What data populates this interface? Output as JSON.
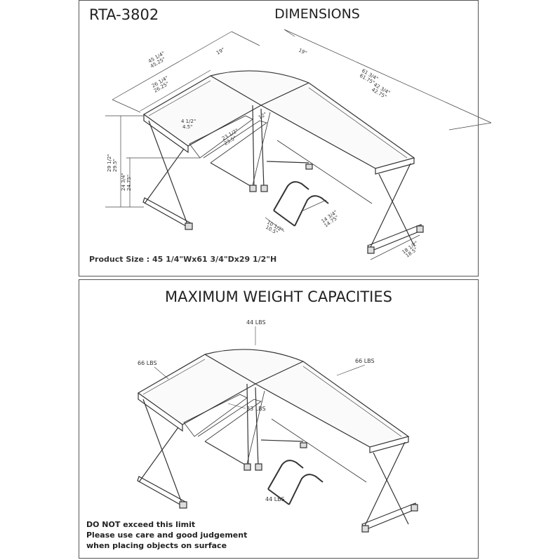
{
  "dimensions_panel": {
    "model": "RTA-3802",
    "title": "DIMENSIONS",
    "product_size": "Product Size : 45 1/4\"Wx61 3/4\"Dx29 1/2\"H",
    "labels": {
      "overall_width": "45 1/4\"",
      "overall_width_dec": "45.25\"",
      "left_wing": "26 1/4\"",
      "left_wing_dec": "26.25\"",
      "corner_left": "19\"",
      "corner_right": "19\"",
      "overall_depth": "61 3/4\"",
      "overall_depth_dec": "61.75\"",
      "right_wing": "42 3/4\"",
      "right_wing_dec": "42.75\"",
      "tray_gap": "4 1/2\"",
      "tray_gap_dec": "4.5\"",
      "corner_depth": "12\"",
      "tray_width": "23 1/2\"",
      "tray_width_dec": "23.5\"",
      "height": "29 1/2\"",
      "height_dec": "29.5\"",
      "tray_height": "24 3/4\"",
      "tray_height_dec": "24.75\"",
      "footrest_depth": "10 1/2\"",
      "footrest_depth_dec": "10.5\"",
      "footrest_width": "14 3/4\"",
      "footrest_width_dec": "14.75\"",
      "leg_depth": "18 1/2\"",
      "leg_depth_dec": "18.5\""
    }
  },
  "weight_panel": {
    "title": "MAXIMUM WEIGHT CAPACITIES",
    "corner": "44 LBS",
    "left_wing": "66 LBS",
    "right_wing": "66 LBS",
    "tray": "33 LBS",
    "footrest": "44 LBS",
    "warning": [
      "DO NOT exceed this limit",
      "Please use care and good judgement",
      "when placing objects on surface"
    ]
  }
}
